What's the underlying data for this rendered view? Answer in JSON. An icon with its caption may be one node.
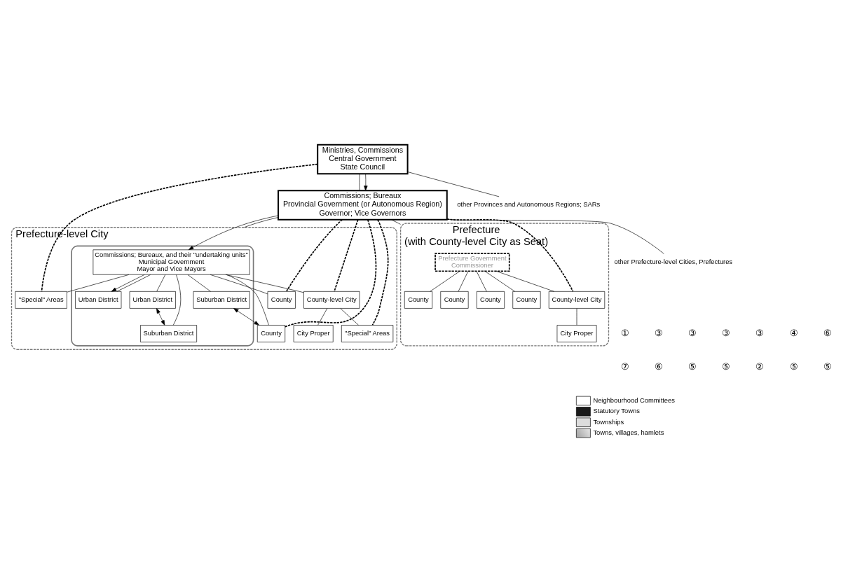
{
  "diagram": {
    "nodes": [
      {
        "text": [
          "Ministries, Commissions",
          "Central Government",
          "State Council"
        ]
      },
      {
        "text": [
          "Commissions; Bureaux",
          "Provincial Government (or Autonomous Region)",
          "Governor; Vice Governors"
        ]
      },
      {
        "text": [
          "Prefecture-level City"
        ]
      },
      {
        "text": [],
        "shape": "box",
        "in": 2
      },
      {
        "text": [
          "Commissions; Bureaux, and their \"undertaking units\"",
          "Municipal Government",
          "Mayor and Vice Mayors"
        ],
        "in": 3
      },
      {
        "text": [
          "Urban District"
        ],
        "in": 3
      },
      {
        "text": [
          "Urban District"
        ],
        "in": 3
      },
      {
        "text": [
          "Suburban District"
        ],
        "in": 3
      },
      {
        "text": [
          "Suburban District"
        ],
        "in": 3
      },
      {
        "text": [
          "\"Special\" Areas"
        ],
        "in": 2
      },
      {
        "text": [
          "County"
        ],
        "in": 2
      },
      {
        "text": [
          "County"
        ],
        "in": 2
      },
      {
        "text": [
          "County-level City"
        ],
        "in": 2
      },
      {
        "text": [
          "City Proper"
        ],
        "in": 2
      },
      {
        "text": [
          "\"Special\" Areas"
        ],
        "in": 2
      },
      {
        "text": [
          "Prefecture",
          "(with County-level City as Seat)"
        ]
      },
      {
        "text": [
          "Prefecture Government",
          "Commissioner"
        ],
        "in": 15
      },
      {
        "text": [
          "County-level City"
        ],
        "in": 15
      },
      {
        "text": [
          "City Proper"
        ],
        "in": 15
      },
      {
        "text": [
          "County"
        ],
        "in": 15
      },
      {
        "text": [
          "County"
        ],
        "in": 15
      },
      {
        "text": [
          "County"
        ],
        "in": 15
      },
      {
        "text": [
          "County"
        ],
        "in": 15
      },
      {
        "text": [
          "other Provinces and Autonomous Regions; SARs"
        ]
      },
      {
        "text": [
          "other Prefecture-level Cities, Prefectures"
        ]
      }
    ],
    "edges": [
      {
        "from": 0,
        "to": 1,
        "arrow": "none"
      },
      {
        "from": 0,
        "to": 23,
        "arrow": "none"
      },
      {
        "from": 0,
        "to": 1,
        "arrow": "to"
      },
      {
        "from": 0,
        "to": 9,
        "arrow": "none",
        "style": "dashed"
      },
      {
        "from": 1,
        "to": 4,
        "arrow": "to"
      },
      {
        "from": 1,
        "to": 2,
        "arrow": "none"
      },
      {
        "from": 1,
        "to": 10,
        "arrow": "none",
        "style": "dashed"
      },
      {
        "from": 1,
        "to": 11,
        "arrow": "none",
        "style": "dashed"
      },
      {
        "from": 1,
        "to": 12,
        "arrow": "none",
        "style": "dashed"
      },
      {
        "from": 1,
        "to": 14,
        "arrow": "none",
        "style": "dashed"
      },
      {
        "from": 1,
        "to": 17,
        "arrow": "none",
        "style": "dashed"
      },
      {
        "from": 1,
        "to": 24,
        "arrow": "none"
      },
      {
        "from": 1,
        "to": 15,
        "arrow": "none"
      },
      {
        "from": 4,
        "to": 5,
        "arrow": "to"
      },
      {
        "from": 4,
        "to": 5,
        "arrow": "none"
      },
      {
        "from": 4,
        "to": 6,
        "arrow": "none"
      },
      {
        "from": 4,
        "to": 7,
        "arrow": "none"
      },
      {
        "from": 4,
        "to": 8,
        "arrow": "none"
      },
      {
        "from": 4,
        "to": 9,
        "arrow": "none"
      },
      {
        "from": 4,
        "to": 10,
        "arrow": "none"
      },
      {
        "from": 4,
        "to": 11,
        "arrow": "none"
      },
      {
        "from": 4,
        "to": 12,
        "arrow": "none"
      },
      {
        "from": 12,
        "to": 13,
        "arrow": "none"
      },
      {
        "from": 12,
        "to": 14,
        "arrow": "none"
      },
      {
        "from": 6,
        "to": 7,
        "arrow": "both"
      },
      {
        "from": 8,
        "to": 10,
        "arrow": "both"
      },
      {
        "from": 16,
        "to": 17,
        "arrow": "none"
      },
      {
        "from": 16,
        "to": 19,
        "arrow": "none"
      },
      {
        "from": 16,
        "to": 20,
        "arrow": "none"
      },
      {
        "from": 16,
        "to": 21,
        "arrow": "none"
      },
      {
        "from": 16,
        "to": 22,
        "arrow": "none"
      },
      {
        "from": 17,
        "to": 18,
        "arrow": "none"
      }
    ],
    "labels": [
      "①",
      "③",
      "③",
      "③",
      "③",
      "④",
      "⑥",
      "⑦",
      "⑥",
      "⑤",
      "⑤",
      "②",
      "⑤",
      "⑤"
    ],
    "legend": [
      {
        "text": "Neighbourhood Committees",
        "color": "#ffffff"
      },
      {
        "text": "Statutory Towns",
        "color": "#1a1a1a"
      },
      {
        "text": "Townships",
        "color": "#dddddd"
      },
      {
        "text": "Towns, villages, hamlets"
      }
    ]
  }
}
